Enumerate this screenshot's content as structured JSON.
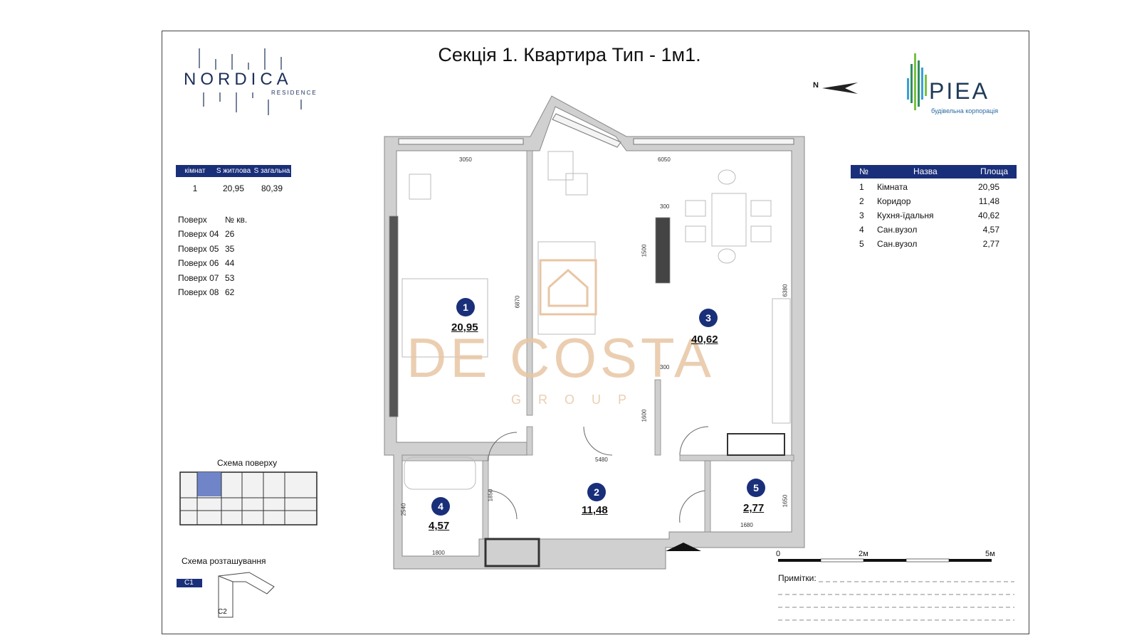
{
  "title": "Секція 1. Квартира Тип - 1м1.",
  "logos": {
    "left": {
      "letters": "NORDICA",
      "sub": "RESIDENCE"
    },
    "right": {
      "name": "PIEA",
      "sub": "будівельна корпорація"
    }
  },
  "north_label": "N",
  "summary": {
    "headers": [
      "кімнат",
      "S житлова",
      "S загальна"
    ],
    "values": [
      "1",
      "20,95",
      "80,39"
    ]
  },
  "floors": {
    "headers": [
      "Поверх",
      "№ кв."
    ],
    "rows": [
      [
        "Поверх 04",
        "26"
      ],
      [
        "Поверх 05",
        "35"
      ],
      [
        "Поверх 06",
        "44"
      ],
      [
        "Поверх 07",
        "53"
      ],
      [
        "Поверх 08",
        "62"
      ]
    ]
  },
  "rooms_table": {
    "headers": [
      "№",
      "Назва",
      "Площа"
    ],
    "rows": [
      [
        "1",
        "Кімната",
        "20,95"
      ],
      [
        "2",
        "Коридор",
        "11,48"
      ],
      [
        "3",
        "Кухня-їдальня",
        "40,62"
      ],
      [
        "4",
        "Сан.вузол",
        "4,57"
      ],
      [
        "5",
        "Сан.вузол",
        "2,77"
      ]
    ]
  },
  "plan": {
    "rooms": [
      {
        "num": "1",
        "area": "20,95"
      },
      {
        "num": "2",
        "area": "11,48"
      },
      {
        "num": "3",
        "area": "40,62"
      },
      {
        "num": "4",
        "area": "4,57"
      },
      {
        "num": "5",
        "area": "2,77"
      }
    ],
    "dimensions": [
      "3050",
      "6050",
      "300",
      "1500",
      "6870",
      "6380",
      "300",
      "1600",
      "5480",
      "2540",
      "1800",
      "1850",
      "1650",
      "1680"
    ]
  },
  "floor_scheme_label": "Схема поверху",
  "location_scheme_label": "Схема розташування",
  "location_labels": [
    "C1",
    "C2"
  ],
  "scale": {
    "labels": [
      "0",
      "2м",
      "5м"
    ]
  },
  "notes_label": "Примітки:",
  "watermark": {
    "main": "DE COSTA",
    "sub": "GROUP"
  },
  "colors": {
    "navy": "#1a2f7a",
    "watermark": "#e8c6a4",
    "wall": "#c9c9c9"
  }
}
